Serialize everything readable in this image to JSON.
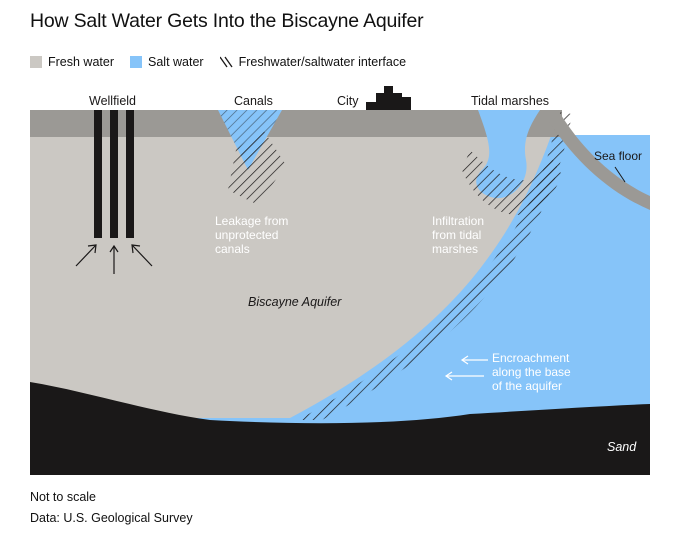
{
  "title": "How Salt Water Gets Into the Biscayne Aquifer",
  "legend": [
    {
      "label": "Fresh water",
      "swatch": "fresh",
      "color": "#cbc8c3"
    },
    {
      "label": "Salt water",
      "swatch": "salt",
      "color": "#86c4f9"
    },
    {
      "label": "Freshwater/saltwater interface",
      "swatch": "hatch"
    }
  ],
  "labels": {
    "wellfield": "Wellfield",
    "canals": "Canals",
    "city": "City",
    "tidal_marshes": "Tidal marshes",
    "sea_floor": "Sea floor",
    "leakage": [
      "Leakage from",
      "unprotected",
      "canals"
    ],
    "infiltration": [
      "Infiltration",
      "from tidal",
      "marshes"
    ],
    "aquifer": "Biscayne Aquifer",
    "encroachment": [
      "Encroachment",
      "along the base",
      "of the aquifer"
    ],
    "sand": "Sand"
  },
  "colors": {
    "fresh_water": "#cbc8c3",
    "surface": "#9b9995",
    "salt_water": "#86c4f9",
    "sand": "#1a1818",
    "hatch": "#1a1818"
  },
  "footer": {
    "note": "Not to scale",
    "source": "Data: U.S. Geological Survey"
  }
}
